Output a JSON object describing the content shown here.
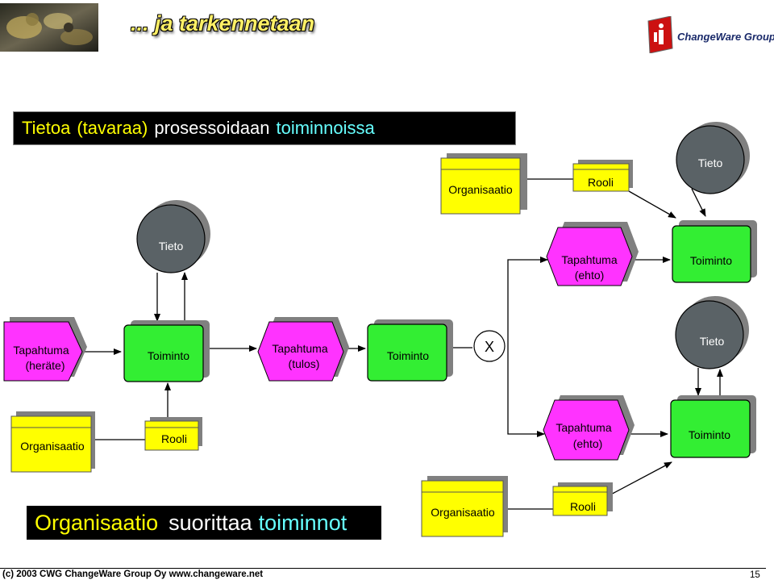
{
  "header": {
    "title": "... ja tarkennetaan",
    "brand_name": "ChangeWare Group"
  },
  "banner_top": {
    "words": [
      {
        "text": "Tietoa",
        "color": "#ffff00"
      },
      {
        "text": "(tavaraa)",
        "color": "#ffff00"
      },
      {
        "text": "prosessoidaan",
        "color": "#ffffff"
      },
      {
        "text": "toiminnoissa",
        "color": "#66ffff"
      }
    ]
  },
  "banner_bottom": {
    "words": [
      {
        "text": "Organisaatio",
        "color": "#ffff00"
      },
      {
        "text": "suorittaa",
        "color": "#ffffff"
      },
      {
        "text": "toiminnot",
        "color": "#66ffff"
      }
    ]
  },
  "diagram": {
    "colors": {
      "organisaatio": "#ffff00",
      "rooli": "#ffff00",
      "tapahtuma": "#ff33ff",
      "toiminto": "#33ee33",
      "tieto": "#5a6266",
      "shadow": "#808080"
    },
    "nodes": {
      "org_top": "Organisaatio",
      "rooli_top": "Rooli",
      "tieto_top_right": "Tieto",
      "tieto_top_left": "Tieto",
      "tapahtuma_ehto_top": [
        "Tapahtuma",
        "(ehto)"
      ],
      "toiminto_top_right": "Toiminto",
      "tapahtuma_herate": [
        "Tapahtuma",
        "(heräte)"
      ],
      "toiminto_mid1": "Toiminto",
      "tapahtuma_tulos": [
        "Tapahtuma",
        "(tulos)"
      ],
      "toiminto_mid2": "Toiminto",
      "xor": "X",
      "tieto_mid_right": "Tieto",
      "org_left": "Organisaatio",
      "rooli_left": "Rooli",
      "tapahtuma_ehto_bottom": [
        "Tapahtuma",
        "(ehto)"
      ],
      "toiminto_bottom_right": "Toiminto",
      "org_bottom": "Organisaatio",
      "rooli_bottom": "Rooli"
    }
  },
  "footer": {
    "copyright": "(c) 2003 CWG ChangeWare Group Oy  www.changeware.net",
    "page": "15"
  }
}
